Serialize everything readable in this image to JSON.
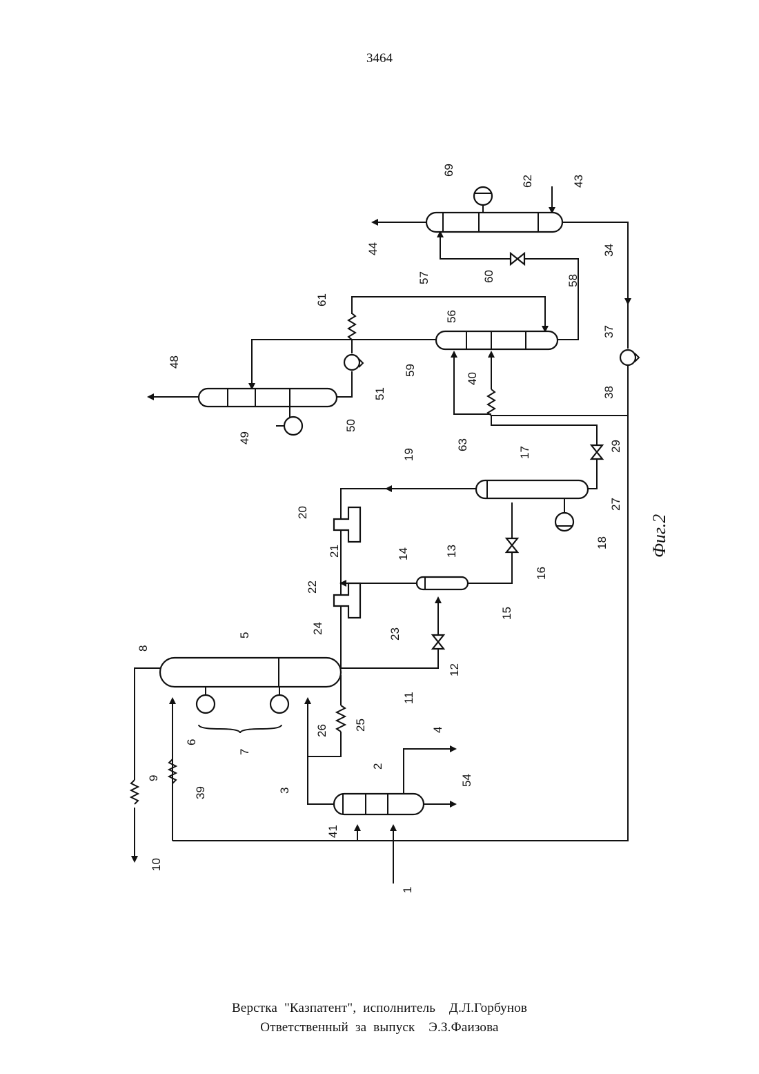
{
  "page_number": "3464",
  "figure_caption": "Фиг.2",
  "labels": {
    "l1": "1",
    "l2": "2",
    "l3": "3",
    "l4": "4",
    "l5": "5",
    "l6": "6",
    "l7": "7",
    "l8": "8",
    "l9": "9",
    "l10": "10",
    "l11": "11",
    "l12": "12",
    "l13": "13",
    "l14": "14",
    "l15": "15",
    "l16": "16",
    "l17": "17",
    "l18": "18",
    "l19": "19",
    "l20": "20",
    "l21": "21",
    "l22": "22",
    "l23": "23",
    "l24": "24",
    "l25": "25",
    "l26": "26",
    "l27": "27",
    "l29": "29",
    "l34": "34",
    "l37": "37",
    "l38": "38",
    "l39": "39",
    "l40": "40",
    "l41": "41",
    "l43": "43",
    "l44": "44",
    "l48": "48",
    "l49": "49",
    "l50": "50",
    "l51": "51",
    "l54": "54",
    "l56": "56",
    "l57": "57",
    "l58": "58",
    "l59": "59",
    "l60": "60",
    "l61": "61",
    "l62": "62",
    "l63": "63",
    "l69": "69"
  },
  "footer": {
    "line1": "Верстка  \"Казпатент\",  исполнитель    Д.Л.Горбунов",
    "line2": "Ответственный  за  выпуск    Э.З.Фаизова"
  }
}
